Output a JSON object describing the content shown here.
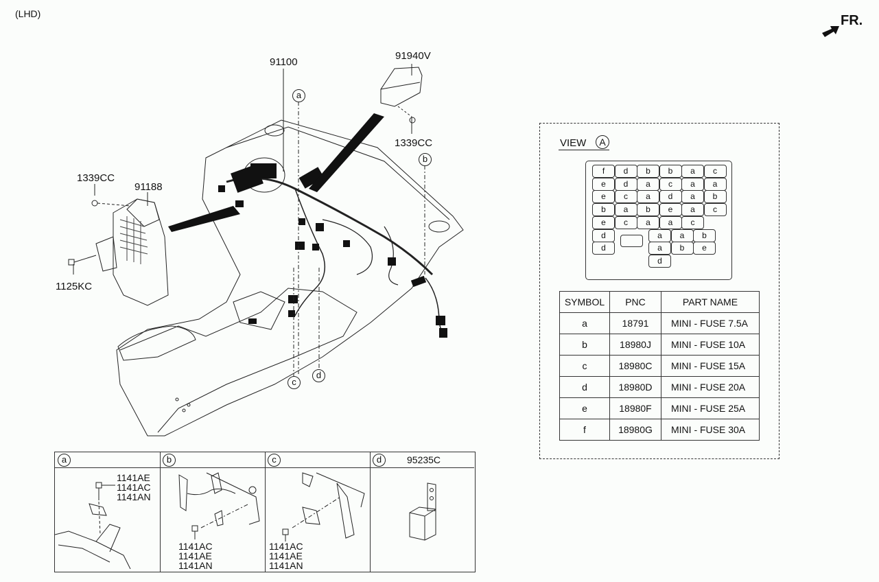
{
  "header": {
    "drive_side": "(LHD)",
    "front_indicator": "FR."
  },
  "main_diagram": {
    "callouts": [
      {
        "id": "harness",
        "label": "91100"
      },
      {
        "id": "relay-box",
        "label": "91940V"
      },
      {
        "id": "nut-top",
        "label": "1339CC"
      },
      {
        "id": "nut-left",
        "label": "1339CC"
      },
      {
        "id": "junction-box",
        "label": "91188"
      },
      {
        "id": "bolt-left",
        "label": "1125KC"
      }
    ],
    "detail_markers": [
      "a",
      "b",
      "c",
      "d"
    ]
  },
  "view_a": {
    "title": "VIEW",
    "marker": "A",
    "fuse_rows": [
      [
        "f",
        "d",
        "b",
        "b",
        "a",
        "c"
      ],
      [
        "e",
        "d",
        "a",
        "c",
        "a",
        "a"
      ],
      [
        "e",
        "c",
        "a",
        "d",
        "a",
        "b"
      ],
      [
        "b",
        "a",
        "b",
        "e",
        "a",
        "c"
      ],
      [
        "e",
        "c",
        "a",
        "a",
        "c"
      ],
      [
        "d"
      ],
      [
        "d"
      ]
    ],
    "fuse_lower_right": [
      [
        "a",
        "a",
        "b"
      ],
      [
        "a",
        "b",
        "e"
      ],
      [
        "d"
      ]
    ],
    "table": {
      "headers": [
        "SYMBOL",
        "PNC",
        "PART NAME"
      ],
      "rows": [
        [
          "a",
          "18791",
          "MINI - FUSE 7.5A"
        ],
        [
          "b",
          "18980J",
          "MINI - FUSE 10A"
        ],
        [
          "c",
          "18980C",
          "MINI - FUSE 15A"
        ],
        [
          "d",
          "18980D",
          "MINI - FUSE 20A"
        ],
        [
          "e",
          "18980F",
          "MINI - FUSE 25A"
        ],
        [
          "f",
          "18980G",
          "MINI - FUSE 30A"
        ]
      ]
    }
  },
  "details": [
    {
      "marker": "a",
      "title": "",
      "parts": [
        "1141AE",
        "1141AC",
        "1141AN"
      ]
    },
    {
      "marker": "b",
      "title": "",
      "parts": [
        "1141AC",
        "1141AE",
        "1141AN"
      ]
    },
    {
      "marker": "c",
      "title": "",
      "parts": [
        "1141AC",
        "1141AE",
        "1141AN"
      ]
    },
    {
      "marker": "d",
      "title": "95235C",
      "parts": []
    }
  ]
}
